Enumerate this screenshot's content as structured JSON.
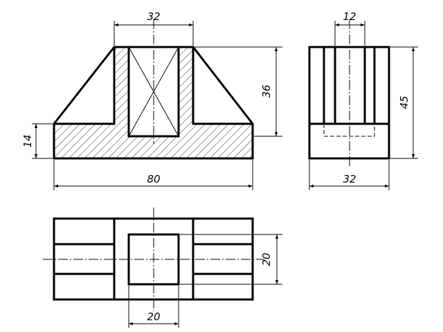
{
  "dimensions": {
    "front_top_width": "32",
    "front_height": "36",
    "front_base_height": "14",
    "front_total_width": "80",
    "side_slot_width": "12",
    "side_height": "45",
    "side_width": "32",
    "top_hole_height": "20",
    "top_hole_width": "20"
  }
}
